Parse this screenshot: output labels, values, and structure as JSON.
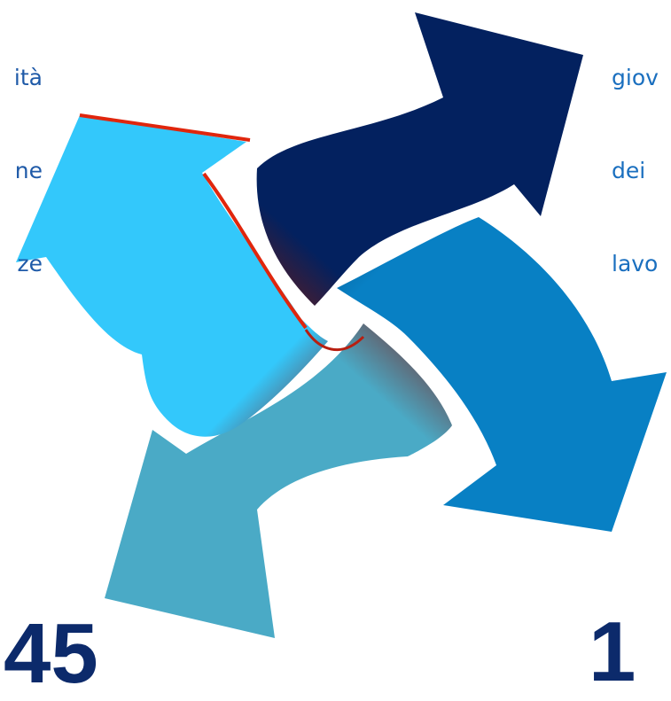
{
  "colors": {
    "arrow_top_right": "#03215f",
    "arrow_bottom_right": "#0880c4",
    "arrow_bottom_left": "#4aaac6",
    "arrow_top_left": "#33c8fb",
    "edge_accent": "#e0260d",
    "text_left": "#1f5aa8",
    "text_right": "#1a6fbf",
    "big_number": "#0c2a6b"
  },
  "text_left": {
    "lines": [
      "ità",
      "ne",
      "ze"
    ]
  },
  "text_right": {
    "lines": [
      "giov",
      "dei",
      "lavo"
    ]
  },
  "numbers": {
    "left": "45",
    "right": "1"
  }
}
